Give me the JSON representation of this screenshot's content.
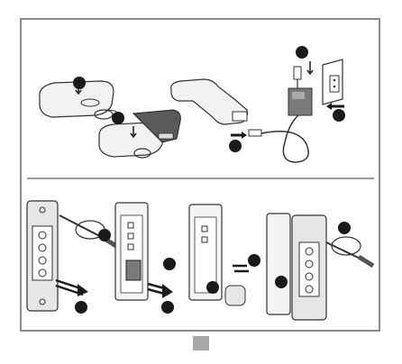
{
  "manual": {
    "top_section": {
      "steps": [
        {
          "id": "remote-step-1"
        },
        {
          "id": "remote-step-2"
        },
        {
          "id": "charge-step-1"
        },
        {
          "id": "charge-step-2"
        },
        {
          "id": "charge-step-3"
        }
      ]
    },
    "bottom_section": {
      "steps": [
        {
          "id": "keypad-step-1"
        },
        {
          "id": "keypad-step-2"
        },
        {
          "id": "keypad-step-3"
        },
        {
          "id": "keypad-step-4"
        },
        {
          "id": "keypad-step-5"
        },
        {
          "id": "keypad-step-6"
        },
        {
          "id": "keypad-step-7"
        },
        {
          "id": "keypad-step-8"
        }
      ]
    },
    "colors": {
      "frame": "#8a8a8a",
      "marker": "#1a1a1a",
      "device_fill": "#e8e8e8",
      "device_stroke": "#333333",
      "page_tab": "#a7a7a7"
    },
    "icons": [
      "screwdriver-icon",
      "usb-cable-icon",
      "power-adapter-icon",
      "wall-socket-icon",
      "battery-icon",
      "rotation-arrow-icon"
    ]
  }
}
